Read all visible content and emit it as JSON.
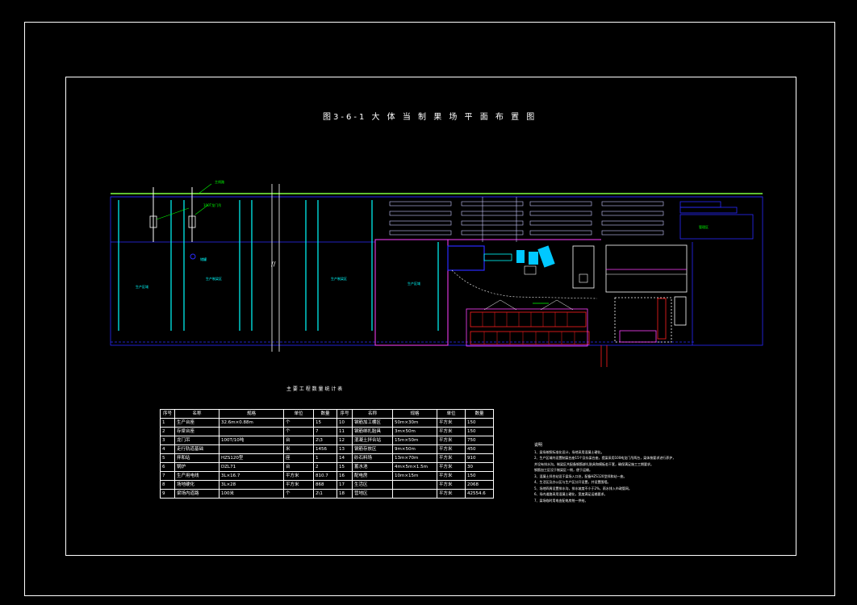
{
  "drawing": {
    "title": "图3-6-1  大 体 当 制 果 场 平 面 布 置 图",
    "table_title": "主 要 工 程 数 量 统 计 表",
    "plan_labels": {
      "road": "主线路",
      "station": "100T龙门吊",
      "zone1": "生产区域",
      "zone2": "生产制梁区",
      "zone3": "生产制梁区",
      "zone4": "生产区域",
      "tank": "储罐",
      "office_title": "管理区"
    }
  },
  "table": {
    "headers": [
      "序号",
      "名称",
      "规格",
      "单位",
      "数量",
      "序号",
      "名称",
      "规格",
      "单位",
      "数量"
    ],
    "rows": [
      [
        "1",
        "生产台座",
        "32.6m×0.88m",
        "个",
        "15",
        "10",
        "钢筋加工棚区",
        "50m×30m",
        "平方米",
        "150"
      ],
      [
        "2",
        "存梁台座",
        "",
        "个",
        "7",
        "11",
        "钢筋绑扎胎具",
        "3m×50m",
        "平方米",
        "150"
      ],
      [
        "3",
        "龙门吊",
        "100T/10吨",
        "台",
        "2\\3",
        "12",
        "混凝土拌合站",
        "15m×50m",
        "平方米",
        "750"
      ],
      [
        "4",
        "走行轨道基础",
        "",
        "米",
        "1456",
        "13",
        "钢筋存放区",
        "9m×50m",
        "平方米",
        "450"
      ],
      [
        "5",
        "拌和站",
        "HZS120型",
        "座",
        "1",
        "14",
        "砂石料场",
        "13m×70m",
        "平方米",
        "910"
      ],
      [
        "6",
        "锅炉",
        "DZL71",
        "台",
        "2",
        "15",
        "蓄水池",
        "4m×5m×1.5m",
        "平方米",
        "30"
      ],
      [
        "7",
        "生产用电线",
        "3L×16.7",
        "平方米",
        "810.7",
        "16",
        "配电房",
        "10m×15m",
        "平方米",
        "150"
      ],
      [
        "8",
        "场地硬化",
        "3L×28",
        "平方米",
        "868",
        "17",
        "生活区",
        "",
        "平方米",
        "2068"
      ],
      [
        "9",
        "梁场内道路",
        "100米",
        "个",
        "2\\1",
        "18",
        "营地区",
        "",
        "平方米",
        "42554.6"
      ]
    ]
  },
  "notes": {
    "heading": "说明",
    "lines": [
      "1、梁场按照标准化设计，场地采用混凝土硬化。",
      "2、生产区域内设置制梁台座15个及存梁台座，提梁采用100吨龙门吊两台，梁体按要求进行养护，",
      "   并设有排水沟。制梁区共配备钢筋绑扎胎具和模板若干套，确保满足施工工期要求。",
      "   钢筋加工区设于制梁区一侧，便于运输。",
      "3、混凝土拌合站设于梁场入口处，配备HZS120型拌和站一座。",
      "4、生活区及办公区与生产区分开设置，并设置围墙。",
      "5、场地四周设置排水沟，排水坡度不小于2%，雨水排入市政管网。",
      "6、场内道路采用混凝土硬化，宽度满足运输要求。",
      "7、梁场临时用电由配电房统一供给。"
    ]
  },
  "colors": {
    "background": "#000000",
    "cyan": "#00ffff",
    "magenta": "#ff00ff",
    "blue": "#2222ff",
    "green": "#00ff00",
    "red": "#ff2020",
    "white": "#ffffff"
  }
}
